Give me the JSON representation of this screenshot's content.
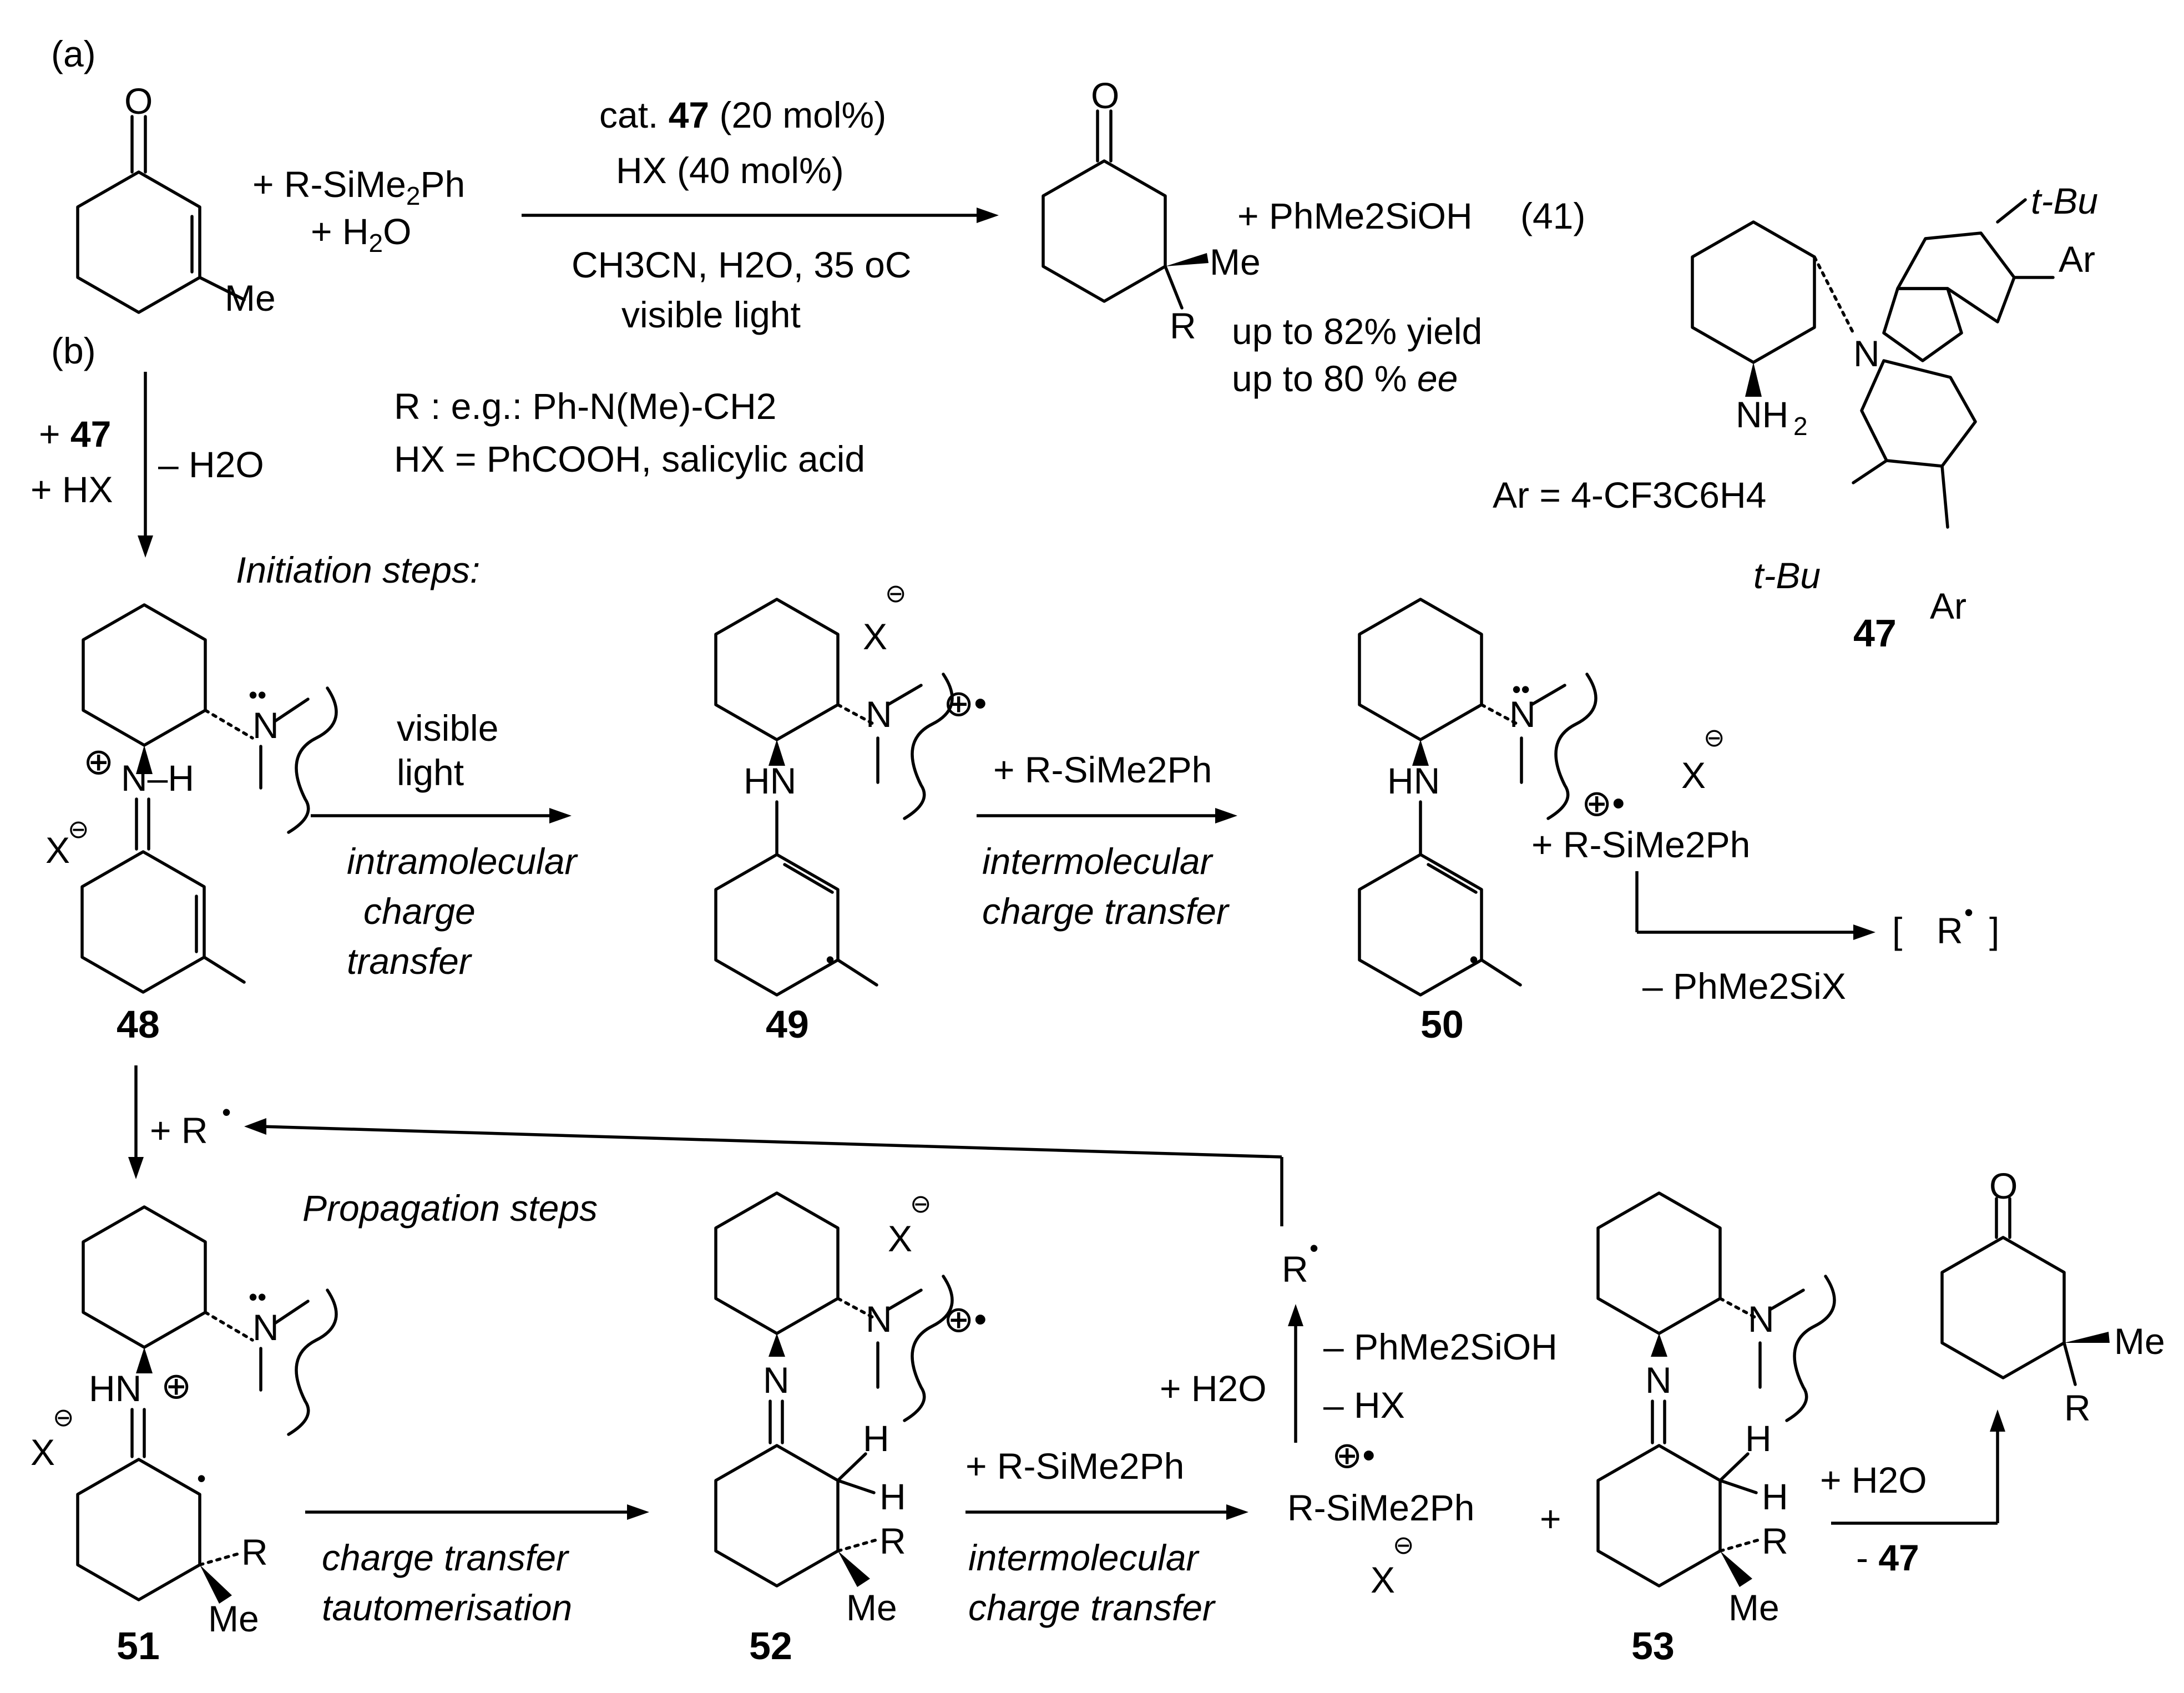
{
  "panel_a": {
    "label": "(a)",
    "plus_silane": "+ R-SiMe",
    "plus_silane_sub": "2",
    "plus_silane_end": "Ph",
    "plus_water": "+ H",
    "plus_water_sub": "2",
    "plus_water_end": "O",
    "reagent_line1_pre": "cat. ",
    "reagent_line1_bold": "47",
    "reagent_line1_post": " (20 mol%)",
    "reagent_line2": "HX (40 mol%)",
    "cond_line1": "CH3CN, H2O, 35 oC",
    "cond_line2": "visible light",
    "silanol_product": "+  PhMe2SiOH",
    "equation_number": "(41)",
    "yield": "up to 82% yield",
    "ee_pre": "up to 80 % ",
    "ee_ital": "ee"
  },
  "atoms": {
    "O": "O",
    "Me": "Me",
    "R": "R",
    "N": "N",
    "NH2": "NH",
    "NH2_sub": "2",
    "HN": "HN",
    "N_H": "N–H",
    "H": "H",
    "X": "X",
    "tBu": "t-Bu",
    "Ar": "Ar",
    "plus": "⊕",
    "minus": "⊖",
    "radical_plus": "⊕•",
    "dot": "•",
    "lone_pair": "••"
  },
  "catalyst": {
    "number": "47",
    "ar_definition": "Ar = 4-CF3C6H4"
  },
  "panel_b": {
    "label": "(b)",
    "plus_47_pre": "+ ",
    "plus_47_bold": "47",
    "plus_hx": "+ HX",
    "minus_h2o": "– H2O",
    "r_def": "R : e.g.: Ph-N(Me)-CH2",
    "hx_def": "HX = PhCOOH, salicylic acid"
  },
  "initiation": {
    "heading": "Initiation steps:",
    "step1_above_1": "visible",
    "step1_above_2": "light",
    "step1_below_1": "intramolecular",
    "step1_below_2": "charge",
    "step1_below_3": "transfer",
    "step2_above": "+ R-SiMe2Ph",
    "step2_below_1": "intermolecular",
    "step2_below_2": "charge transfer",
    "radical_cation_silane": "+ R-SiMe2Ph",
    "loss_silyl": "– PhMe2SiX",
    "r_radical": "R",
    "bracket_open": "[",
    "bracket_close": "]"
  },
  "propagation": {
    "heading": "Propagation steps",
    "plus_r_radical": "+ R",
    "step1_below_1": "charge transfer",
    "step1_below_2": "tautomerisation",
    "step2_above": "+ R-SiMe2Ph",
    "step2_below_1": "intermolecular",
    "step2_below_2": "charge transfer",
    "water": "+ H2O",
    "loss_silanol": "– PhMe2SiOH",
    "loss_hx": "– HX",
    "silane_cation": "R-SiMe2Ph",
    "plus_sign": "+",
    "hydrolysis_water": "+ H2O",
    "hydrolysis_loss_pre": "- ",
    "hydrolysis_loss_bold": "47",
    "r_radical": "R"
  },
  "compounds": {
    "c48": "48",
    "c49": "49",
    "c50": "50",
    "c51": "51",
    "c52": "52",
    "c53": "53"
  }
}
